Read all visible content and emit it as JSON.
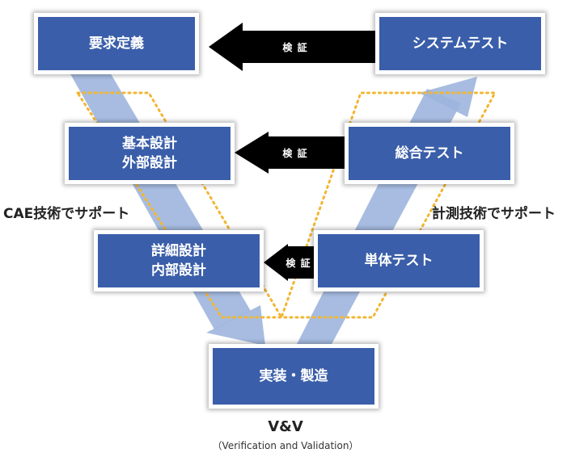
{
  "boxes": {
    "requirements": {
      "label": "要求定義"
    },
    "basic_design": {
      "line1": "基本設計",
      "line2": "外部設計"
    },
    "detail_design": {
      "line1": "詳細設計",
      "line2": "内部設計"
    },
    "implementation": {
      "label": "実装・製造"
    },
    "system_test": {
      "label": "システムテスト"
    },
    "integration_test": {
      "label": "総合テスト"
    },
    "unit_test": {
      "label": "単体テスト"
    }
  },
  "verification_arrows": [
    {
      "label": "検 証"
    },
    {
      "label": "検 証"
    },
    {
      "label": "検 証"
    }
  ],
  "side_labels": {
    "left": "CAE技術でサポート",
    "right": "計測技術でサポート"
  },
  "footer": {
    "title": "V&V",
    "subtitle": "（Verification and Validation）"
  },
  "colors": {
    "box_fill": "#3a5ea9",
    "flow_arrow": "#9db5dd",
    "verify_arrow": "#000000",
    "dotted_outline": "#f2b630"
  }
}
